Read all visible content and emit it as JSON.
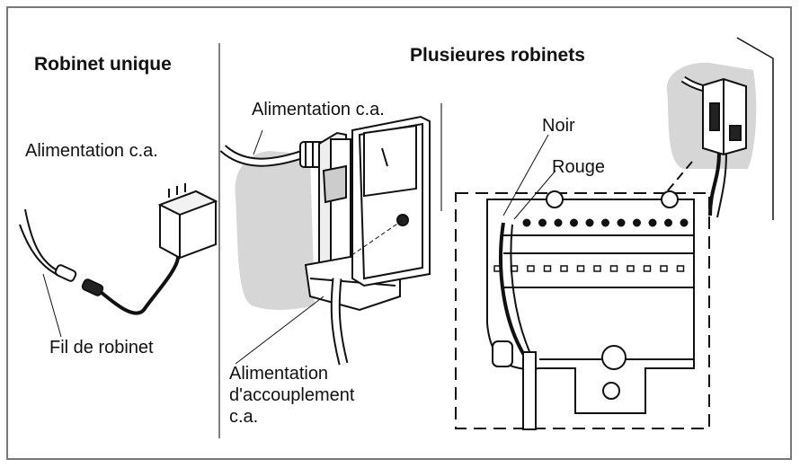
{
  "headings": {
    "single": "Robinet unique",
    "multiple": "Plusieures robinets"
  },
  "labels": {
    "ac_power_left": "Alimentation c.a.",
    "valve_wire": "Fil de robinet",
    "ac_power_mid": "Alimentation c.a.",
    "coupling_line1": "Alimentation",
    "coupling_line2": "d'accouplement",
    "coupling_line3": "c.a.",
    "black": "Noir",
    "red": "Rouge"
  },
  "colors": {
    "line": "#111111",
    "wall_shading": "#d6d6d6",
    "frame": "#777777"
  }
}
